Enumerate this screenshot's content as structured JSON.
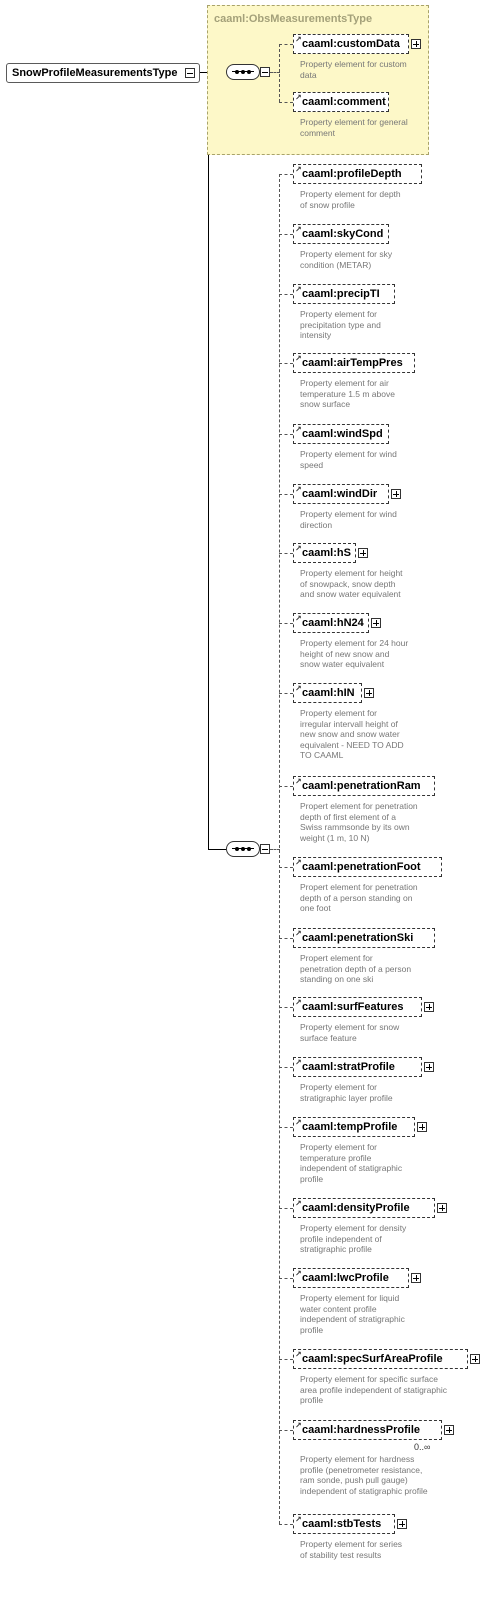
{
  "root": {
    "name": "SnowProfileMeasurementsType"
  },
  "group": {
    "title": "caaml:ObsMeasurementsType",
    "elements": [
      {
        "name": "caaml:customData",
        "expand": true,
        "desc": [
          "Property element for custom",
          "data"
        ]
      },
      {
        "name": "caaml:comment",
        "expand": false,
        "desc": [
          "Property element for general",
          "comment"
        ]
      }
    ]
  },
  "sequence_elements": [
    {
      "name": "caaml:profileDepth",
      "expand": false,
      "desc": [
        "Property element for depth",
        "of snow profile"
      ]
    },
    {
      "name": "caaml:skyCond",
      "expand": false,
      "desc": [
        "Property element for sky",
        "condition (METAR)"
      ]
    },
    {
      "name": "caaml:precipTI",
      "expand": false,
      "desc": [
        "Property element for",
        "precipitation type and",
        "intensity"
      ]
    },
    {
      "name": "caaml:airTempPres",
      "expand": false,
      "desc": [
        "Property element for air",
        "temperature 1.5 m above",
        "snow surface"
      ]
    },
    {
      "name": "caaml:windSpd",
      "expand": false,
      "desc": [
        "Property element for wind",
        "speed"
      ]
    },
    {
      "name": "caaml:windDir",
      "expand": true,
      "desc": [
        "Property element for wind",
        "direction"
      ]
    },
    {
      "name": "caaml:hS",
      "expand": true,
      "desc": [
        "Property element for height",
        "of snowpack, snow depth",
        "and snow water equivalent"
      ]
    },
    {
      "name": "caaml:hN24",
      "expand": true,
      "desc": [
        "Property element for 24 hour",
        "height of new snow and",
        "snow water equivalent"
      ]
    },
    {
      "name": "caaml:hIN",
      "expand": true,
      "desc": [
        "Property element for",
        "irregular intervall height of",
        "new snow and snow water",
        "equivalent - NEED TO ADD",
        "TO CAAML"
      ]
    },
    {
      "name": "caaml:penetrationRam",
      "expand": false,
      "desc": [
        "Propert element for penetration",
        "depth of first element of a",
        "Swiss rammsonde by its own",
        "weight (1 m, 10 N)"
      ]
    },
    {
      "name": "caaml:penetrationFoot",
      "expand": false,
      "desc": [
        "Propert element for penetration",
        "depth of a person standing on",
        "one foot"
      ]
    },
    {
      "name": "caaml:penetrationSki",
      "expand": false,
      "desc": [
        "Propert element for",
        "penetration depth of a person",
        "standing on one ski"
      ]
    },
    {
      "name": "caaml:surfFeatures",
      "expand": true,
      "desc": [
        "Property element for snow",
        "surface feature"
      ]
    },
    {
      "name": "caaml:stratProfile",
      "expand": true,
      "desc": [
        "Property element for",
        "stratigraphic layer profile"
      ]
    },
    {
      "name": "caaml:tempProfile",
      "expand": true,
      "desc": [
        "Property element for",
        "temperature profile",
        "independent of statigraphic",
        "profile"
      ]
    },
    {
      "name": "caaml:densityProfile",
      "expand": true,
      "desc": [
        "Property element for density",
        "profile independent of",
        "stratigraphic profile"
      ]
    },
    {
      "name": "caaml:lwcProfile",
      "expand": true,
      "desc": [
        "Property element for liquid",
        "water content profile",
        "independent of stratigraphic",
        "profile"
      ]
    },
    {
      "name": "caaml:specSurfAreaProfile",
      "expand": true,
      "desc": [
        "Property element for specific surface",
        "area profile independent of statigraphic",
        "profile"
      ]
    },
    {
      "name": "caaml:hardnessProfile",
      "expand": true,
      "cardinality": "0..∞",
      "desc": [
        "Property element for hardness",
        "profile (penetrometer resistance,",
        "ram sonde, push pull gauge)",
        "independent of statigraphic profile"
      ]
    },
    {
      "name": "caaml:stbTests",
      "expand": true,
      "desc": [
        "Property element for series",
        "of stability test results"
      ]
    }
  ]
}
